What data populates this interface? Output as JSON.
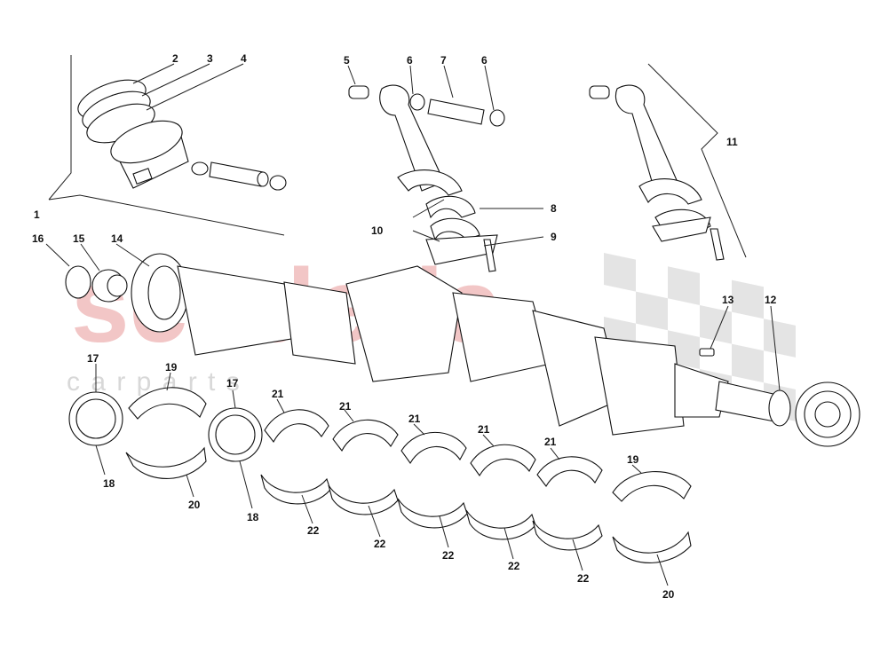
{
  "watermark": {
    "brand": "scuderia",
    "tagline": "c a r   p a r t s",
    "brand_color": "#f2c6c6"
  },
  "callouts": {
    "c1": "1",
    "c2": "2",
    "c3": "3",
    "c4": "4",
    "c5": "5",
    "c6a": "6",
    "c6b": "6",
    "c7": "7",
    "c8": "8",
    "c9": "9",
    "c10": "10",
    "c11": "11",
    "c12": "12",
    "c13": "13",
    "c14": "14",
    "c15": "15",
    "c16": "16",
    "c17a": "17",
    "c17b": "17",
    "c18a": "18",
    "c18b": "18",
    "c19a": "19",
    "c19b": "19",
    "c20a": "20",
    "c20b": "20",
    "c21a": "21",
    "c21b": "21",
    "c21c": "21",
    "c21d": "21",
    "c21e": "21",
    "c22a": "22",
    "c22b": "22",
    "c22c": "22",
    "c22d": "22",
    "c22e": "22"
  }
}
